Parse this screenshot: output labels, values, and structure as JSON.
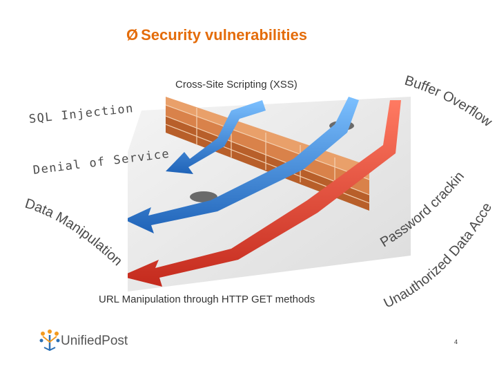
{
  "slide": {
    "bullet_glyph": "Ø",
    "title": "Security vulnerabilities",
    "labels": {
      "xss": "Cross-Site Scripting (XSS)",
      "sql_injection": "SQL Injection",
      "denial_of_service": "Denial of Service",
      "data_manipulation": "Data Manipulation",
      "url_manipulation": "URL Manipulation through HTTP GET methods",
      "buffer_overflow": "Buffer Overflow",
      "password_cracking": "Password cracking",
      "unauthorized_access": "Unauthorized Data Access"
    },
    "page_number": "4"
  },
  "logo": {
    "text": "UnifiedPost"
  },
  "colors": {
    "title": "#e46c0a",
    "arrow_blue": "#2f7fd6",
    "arrow_red": "#e8402f",
    "brick": "#d9824a",
    "logo_orange": "#f39a1e",
    "logo_blue": "#2a6fb5"
  },
  "icons": [
    "brick-wall-illustration",
    "blue-arrow-icon",
    "red-arrow-icon",
    "unifiedpost-logo-icon"
  ]
}
